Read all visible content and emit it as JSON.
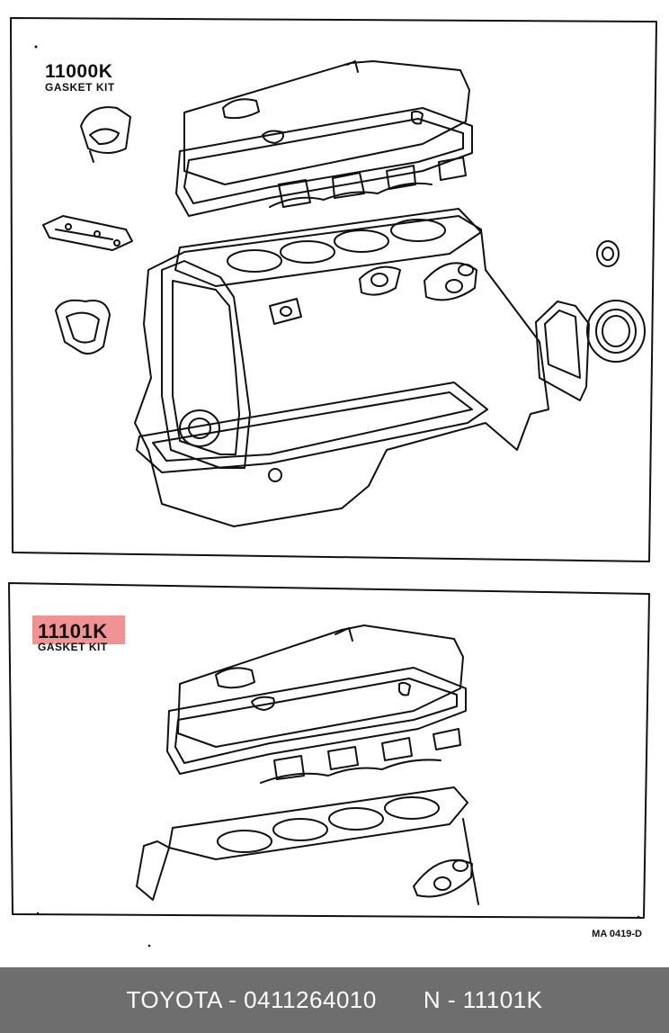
{
  "top_panel": {
    "part_code": "11000K",
    "part_name": "GASKET KIT"
  },
  "bottom_panel": {
    "part_code": "11101K",
    "part_name": "GASKET KIT",
    "highlight_color": "#f08080"
  },
  "diagram_ref": "MA 0419-D",
  "footer": {
    "left_text": "TOYOTA - 0411264010",
    "right_text": "N - 11101K",
    "background": "#6e6e6e"
  }
}
